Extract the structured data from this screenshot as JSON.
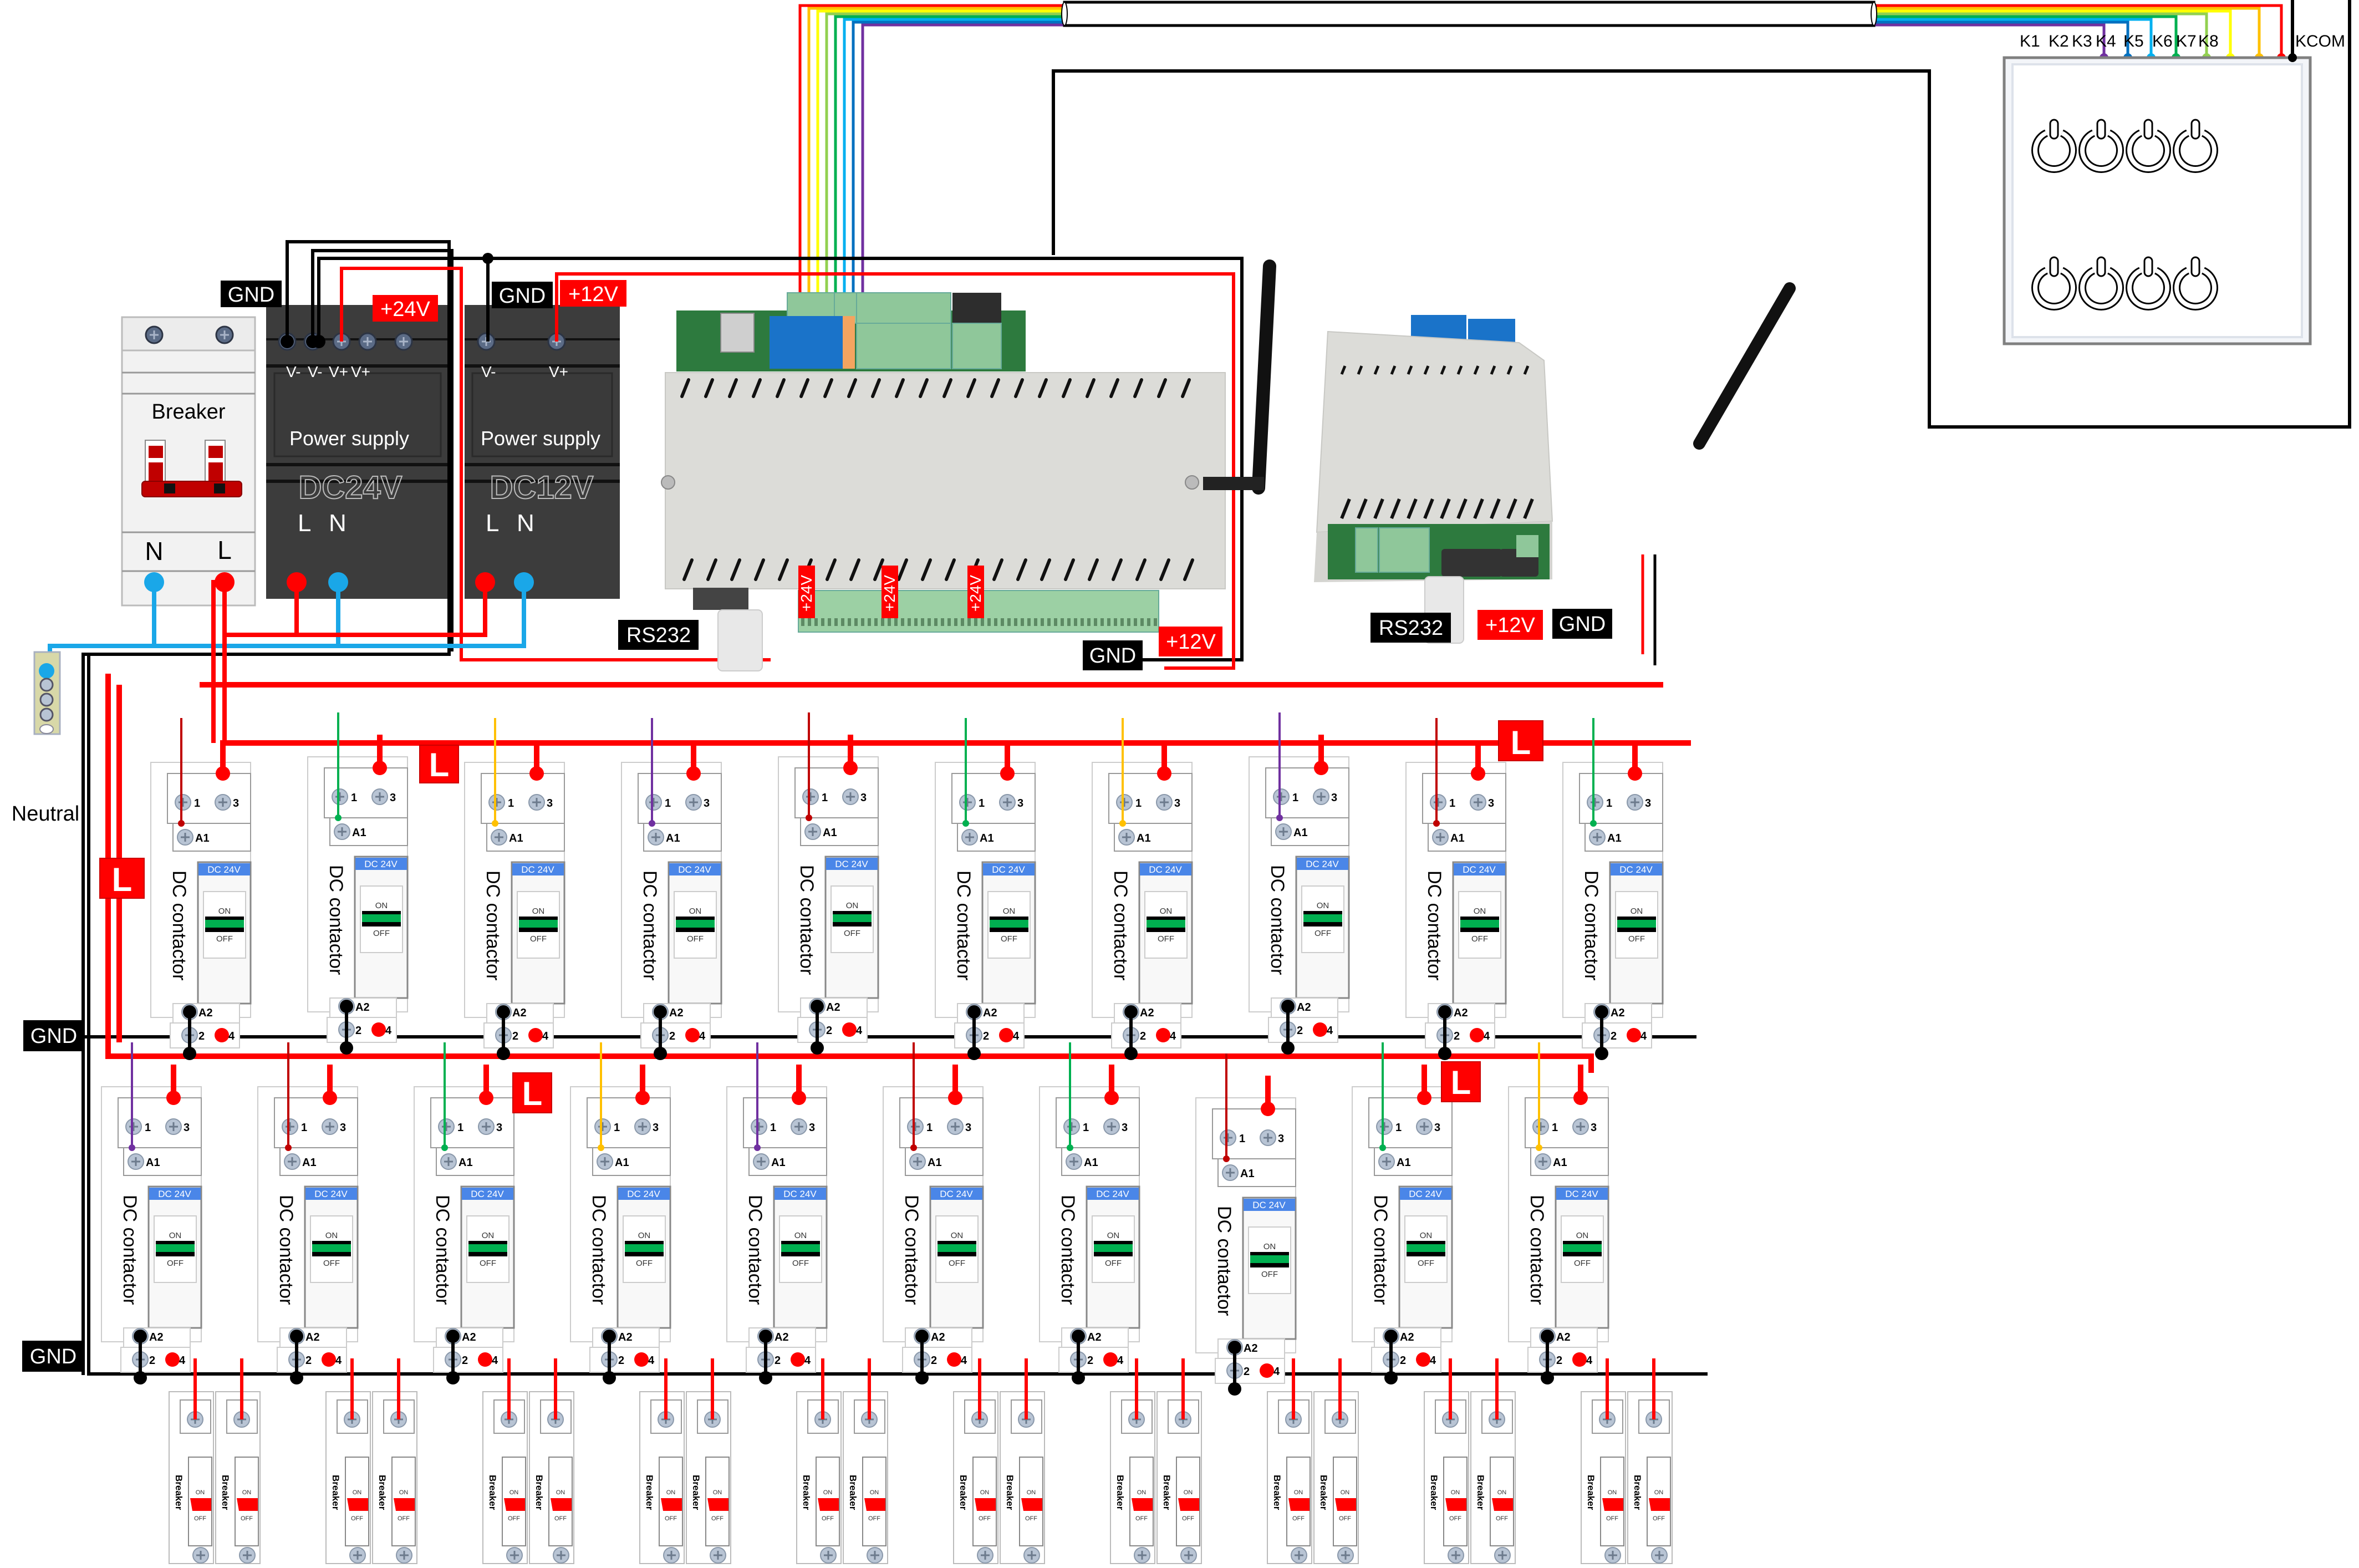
{
  "colors": {
    "wire_red": "#ff0000",
    "wire_black": "#000000",
    "wire_blue": "#1aa7e8",
    "k1": "#7030a0",
    "k2": "#0070c0",
    "k3": "#00b0f0",
    "k4": "#00b050",
    "k5": "#92d050",
    "k6": "#ffff00",
    "k7": "#ffc000",
    "k8": "#ff0000",
    "kcom": "#000000",
    "psu_body": "#3c3c3c",
    "contactor_label_bg": "#4a86e8",
    "contactor_switch": "#00b050",
    "breaker_switch": "#ff0000",
    "controller_body": "#dcdcd8",
    "terminal_green": "#8fc79a",
    "terminal_blue": "#1a73c9"
  },
  "main_breaker": {
    "label": "Breaker",
    "n_label": "N",
    "l_label": "L"
  },
  "psu_24": {
    "title": "Power supply",
    "voltage": "DC24V",
    "terminals": [
      "V-",
      "V-",
      "V+",
      "V+"
    ],
    "l_label": "L",
    "n_label": "N",
    "gnd_tag": "GND",
    "plus_tag": "+24V"
  },
  "psu_12": {
    "title": "Power supply",
    "voltage": "DC12V",
    "terminals": [
      "V-",
      "V+"
    ],
    "l_label": "L",
    "n_label": "N",
    "gnd_tag": "GND",
    "plus_tag": "+12V"
  },
  "neutral_bar": {
    "label": "Neutral"
  },
  "controller_main": {
    "rs232_tag": "RS232",
    "gnd_tag": "GND",
    "plus12_tag": "+12V",
    "v24_tags": [
      "+24V",
      "+24V",
      "+24V"
    ]
  },
  "controller_secondary": {
    "rs232_tag": "RS232",
    "plus12_tag": "+12V",
    "gnd_tag": "GND"
  },
  "wall_switch": {
    "terminals": [
      "K1",
      "K2",
      "K3",
      "K4",
      "K5",
      "K6",
      "K7",
      "K8",
      "KCOM"
    ],
    "buttons": 8
  },
  "line_tags": [
    "L",
    "L",
    "L",
    "L"
  ],
  "gnd_rail_tags": [
    "GND",
    "GND"
  ],
  "contactor": {
    "name": "DC contactor",
    "coil_voltage": "DC 24V",
    "on_label": "ON",
    "off_label": "OFF",
    "t1": "1",
    "t3": "3",
    "a1": "A1",
    "a2": "A2",
    "t2": "2",
    "t4": "4"
  },
  "contactor_rows": [
    {
      "row": "top",
      "count": 10
    },
    {
      "row": "bottom",
      "count": 10
    }
  ],
  "mcb": {
    "name": "Breaker",
    "on_label": "ON",
    "off_label": "OFF",
    "count": 20
  }
}
